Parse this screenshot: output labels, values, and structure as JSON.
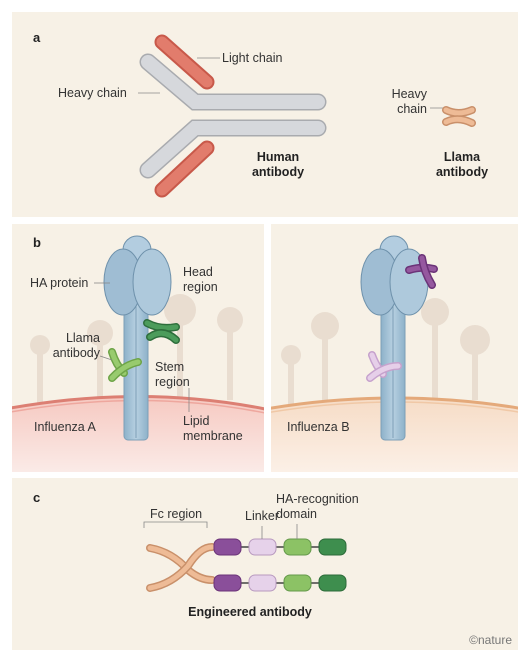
{
  "panel_a": {
    "label": "a",
    "light_chain": "Light chain",
    "heavy_chain": "Heavy chain",
    "human_antibody": [
      "Human",
      "antibody"
    ],
    "llama_heavy_chain": [
      "Heavy",
      "chain"
    ],
    "llama_antibody": [
      "Llama",
      "antibody"
    ]
  },
  "panel_b": {
    "label": "b",
    "ha_protein": "HA protein",
    "head_region": [
      "Head",
      "region"
    ],
    "llama_antibody": [
      "Llama",
      "antibody"
    ],
    "stem_region": [
      "Stem",
      "region"
    ],
    "influenza_a": "Influenza A",
    "lipid_membrane": [
      "Lipid",
      "membrane"
    ],
    "influenza_b": "Influenza B"
  },
  "panel_c": {
    "label": "c",
    "fc_region": "Fc region",
    "linker": "Linker",
    "ha_recognition": [
      "HA-recognition",
      "domain"
    ],
    "engineered_antibody": "Engineered antibody"
  },
  "credit": "©nature",
  "colors": {
    "panel_bg": "#f7f1e6",
    "heavy_chain_gray": "#d4d6da",
    "light_chain_red": "#e07a6a",
    "llama_peach": "#e9b690",
    "ha_blue": "#a9c6d9",
    "dark_green": "#3e8e4e",
    "light_green": "#8cc265",
    "purple": "#8a4f9a",
    "light_pink": "#ddc5e2",
    "membrane_a": "#f4b8b0",
    "membrane_b": "#f4d3b8"
  }
}
